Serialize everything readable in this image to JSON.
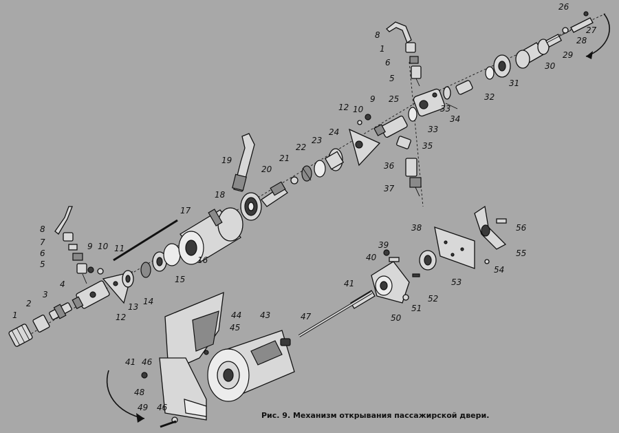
{
  "caption": "Рис. 9. Механизм открывания пассажирской двери.",
  "callouts": [
    "1",
    "2",
    "3",
    "4",
    "5",
    "6",
    "7",
    "8",
    "9",
    "10",
    "11",
    "12",
    "13",
    "14",
    "15",
    "16",
    "17",
    "18",
    "19",
    "20",
    "21",
    "22",
    "23",
    "24",
    "25",
    "8",
    "1",
    "6",
    "5",
    "26",
    "27",
    "28",
    "29",
    "30",
    "31",
    "32",
    "33",
    "33",
    "34",
    "35",
    "36",
    "37",
    "9",
    "10",
    "12",
    "38",
    "39",
    "40",
    "41",
    "50",
    "51",
    "52",
    "53",
    "54",
    "55",
    "56",
    "44",
    "45",
    "43",
    "47",
    "41",
    "46",
    "48",
    "49",
    "46"
  ]
}
